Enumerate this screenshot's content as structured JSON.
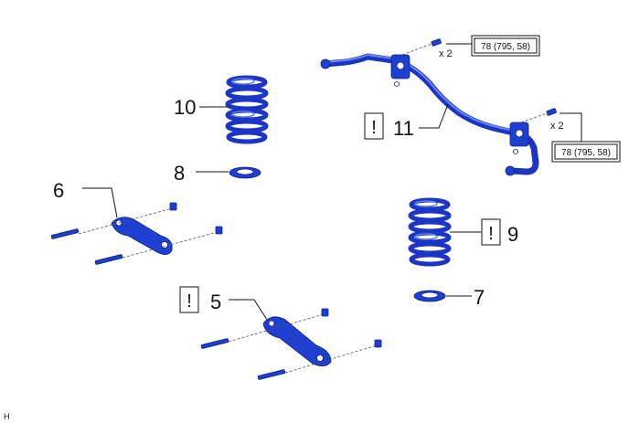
{
  "callouts": {
    "c5": "5",
    "c6": "6",
    "c7": "7",
    "c8": "8",
    "c9": "9",
    "c10": "10",
    "c11": "11"
  },
  "warning_symbol": "!",
  "quantity_top": "x 2",
  "quantity_right": "x 2",
  "torque_top": "78 (795, 58)",
  "torque_right": "78 (795, 58)",
  "corner_label": "H"
}
